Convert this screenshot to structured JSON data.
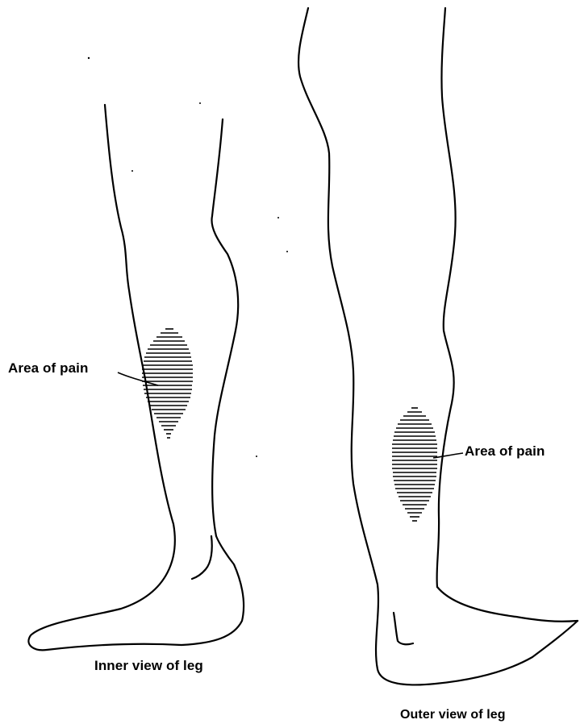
{
  "labels": {
    "area_of_pain_inner": "Area of pain",
    "area_of_pain_outer": "Area of pain",
    "caption_inner": "Inner view of leg",
    "caption_outer": "Outer view of leg"
  },
  "colors": {
    "ink": "#000000",
    "background": "#ffffff"
  }
}
